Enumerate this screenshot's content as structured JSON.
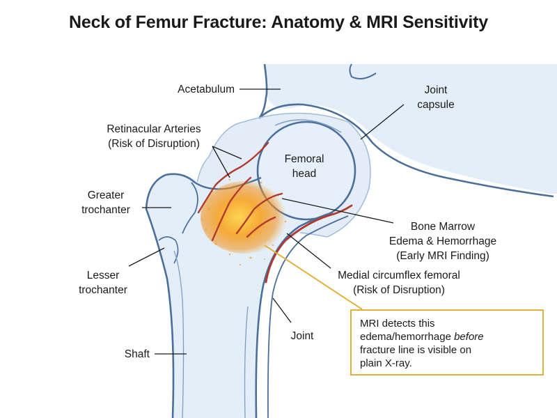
{
  "title": "Neck of Femur Fracture: Anatomy & MRI Sensitivity",
  "labels": {
    "acetabulum": "Acetabulum",
    "joint_capsule": [
      "Joint",
      "capsule"
    ],
    "retinacular": [
      "Retinacular Arteries",
      "(Risk of Disruption)"
    ],
    "femoral_head": [
      "Femoral",
      "head"
    ],
    "greater_trochanter": [
      "Greater",
      "trochanter"
    ],
    "bone_marrow": [
      "Bone Marrow",
      "Edema  & Hemorrhage",
      "(Early MRI Finding)"
    ],
    "lesser_trochanter": [
      "Lesser",
      "trochanter"
    ],
    "medial_circumflex": [
      "Medial circumflex femoral",
      "(Risk of Disruption)"
    ],
    "joint": "Joint",
    "shaft": "Shaft"
  },
  "callout": {
    "line1": "MRI detects this",
    "line2_a": "edema/hemorrhage ",
    "line2_b": "before",
    "line3": "fracture line is visible on",
    "line4": "plain X-ray."
  },
  "colors": {
    "bone_fill": "#e3eef8",
    "outline": "#4a6f9b",
    "artery": "#b03a2e",
    "edema": "#f29a1e",
    "callout_border": "#e0b23a"
  }
}
